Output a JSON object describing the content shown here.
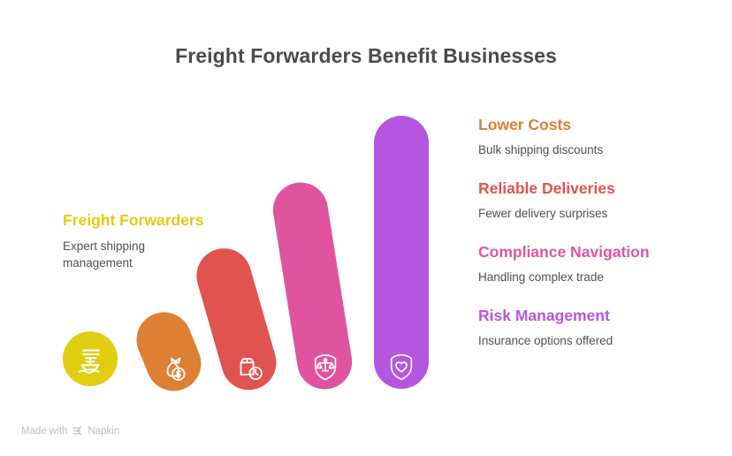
{
  "page": {
    "title": "Freight Forwarders Benefit Businesses",
    "background": "#ffffff",
    "title_color": "#4a4a4a",
    "body_text_color": "#4f4f4f"
  },
  "source_node": {
    "label": "Freight Forwarders",
    "description": "Expert shipping management",
    "color": "#e0ce10",
    "icon": "ship-icon"
  },
  "benefits": [
    {
      "label": "Lower Costs",
      "description": "Bulk shipping discounts",
      "color": "#de7f33",
      "icon": "money-bag-icon"
    },
    {
      "label": "Reliable Deliveries",
      "description": "Fewer delivery surprises",
      "color": "#e05350",
      "icon": "package-clock-icon"
    },
    {
      "label": "Compliance Navigation",
      "description": "Handling complex trade",
      "color": "#e0549f",
      "icon": "shield-scales-icon"
    },
    {
      "label": "Risk Management",
      "description": "Insurance options offered",
      "color": "#b556e0",
      "icon": "shield-heart-icon"
    }
  ],
  "chart_data": {
    "type": "bar",
    "title": "Freight Forwarders Benefit Businesses",
    "xlabel": "",
    "ylabel": "",
    "grid": false,
    "legend_position": "right",
    "categories": [
      "Lower Costs",
      "Reliable Deliveries",
      "Compliance Navigation",
      "Risk Management"
    ],
    "values": [
      1,
      2,
      3,
      4
    ],
    "bar_colors": [
      "#de7f33",
      "#e05350",
      "#e0549f",
      "#b556e0"
    ],
    "bar_labels": [
      "Bulk shipping discounts",
      "Fewer delivery surprises",
      "Handling complex trade",
      "Insurance options offered"
    ],
    "bar_tilt_degrees": [
      -22,
      -16,
      -9,
      0
    ],
    "ylim": [
      0,
      4.4
    ]
  },
  "watermark": {
    "text": "Made with",
    "brand": "Napkin",
    "icon": "napkin-logo-icon"
  }
}
